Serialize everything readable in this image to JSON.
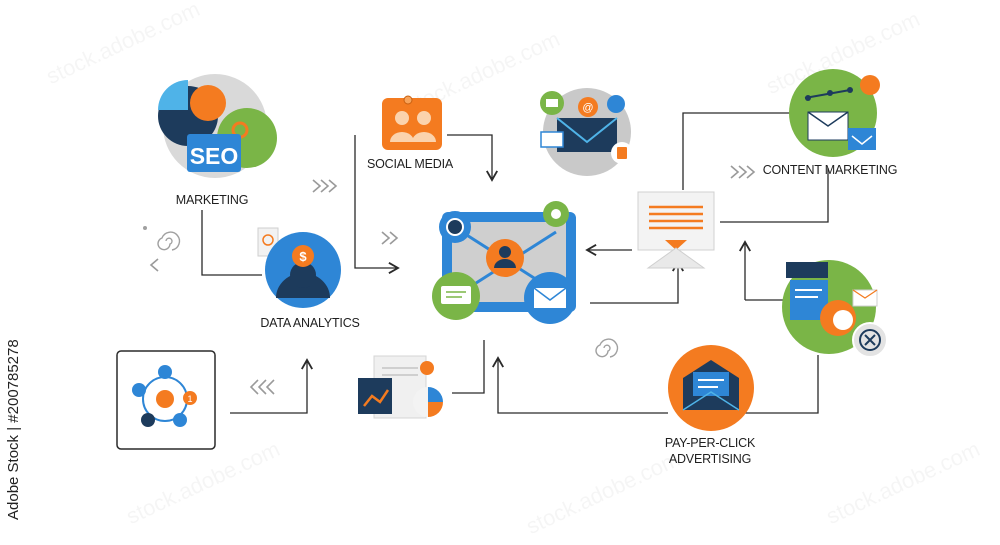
{
  "labels": {
    "marketing": "MARKETING",
    "social_media": "SOCIAL MEDIA",
    "content_marketing": "CONTENT MARKETING",
    "data_analytics": "DATA ANALYTICS",
    "ppc_line1": "PAY-PER-CLICK",
    "ppc_line2": "ADVERTISING"
  },
  "seo_text": "SEO",
  "dollar_text": "$",
  "number_badge": "1",
  "credit": "Adobe Stock | #200785278",
  "watermark": "stock.adobe.com",
  "colors": {
    "orange": "#f47b20",
    "blue": "#2e86d6",
    "light_blue": "#4fb3e8",
    "green": "#7ab547",
    "navy": "#1d3b5c",
    "line": "#2a2a2a",
    "grey": "#c9c9c9"
  },
  "icons": [
    "seo-icon",
    "social-media-icon",
    "email-icon",
    "content-marketing-icon",
    "data-analytics-icon",
    "network-icon",
    "report-icon",
    "central-hub-icon",
    "monitor-icon",
    "ppc-icon",
    "phone-icon"
  ]
}
